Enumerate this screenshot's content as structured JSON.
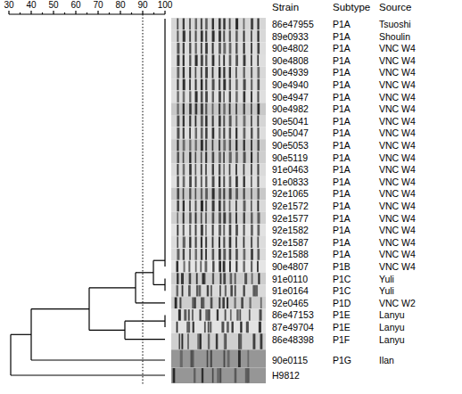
{
  "diagram": {
    "labels": [
      "30",
      "40",
      "50",
      "60",
      "70",
      "80",
      "90",
      "100",
      "Strain",
      "Subtype",
      "Source",
      "86e47955",
      "P1A",
      "Tsuoshi",
      "89e0933",
      "P1A",
      "Shoulin",
      "90e4802",
      "P1A",
      "VNC W4",
      "90e4808",
      "P1A",
      "VNC W4",
      "90e4939",
      "P1A",
      "VNC W4",
      "90e4940",
      "P1A",
      "VNC W4",
      "90e4947",
      "P1A",
      "VNC W4",
      "90e4982",
      "P1A",
      "VNC W4",
      "90e5041",
      "P1A",
      "VNC W4",
      "90e5047",
      "P1A",
      "VNC W4",
      "90e5053",
      "P1A",
      "VNC W4",
      "90e5119",
      "P1A",
      "VNC W4",
      "91e0463",
      "P1A",
      "VNC W4",
      "91e0833",
      "P1A",
      "VNC W4",
      "92e1065",
      "P1A",
      "VNC W4",
      "92e1572",
      "P1A",
      "VNC W4",
      "92e1577",
      "P1A",
      "VNC W4",
      "92e1582",
      "P1A",
      "VNC W4",
      "92e1587",
      "P1A",
      "VNC W4",
      "92e1588",
      "P1A",
      "VNC W4",
      "90e4807",
      "P1B",
      "VNC W4",
      "91e0110",
      "P1C",
      "Yuli",
      "91e0164",
      "P1C",
      "Yuli",
      "92e0465",
      "P1D",
      "VNC W2",
      "86e47153",
      "P1E",
      "Lanyu",
      "87e49704",
      "P1E",
      "Lanyu",
      "86e48398",
      "P1F",
      "Lanyu",
      "90e0115",
      "P1G",
      "Ilan",
      "H9812"
    ]
  }
}
